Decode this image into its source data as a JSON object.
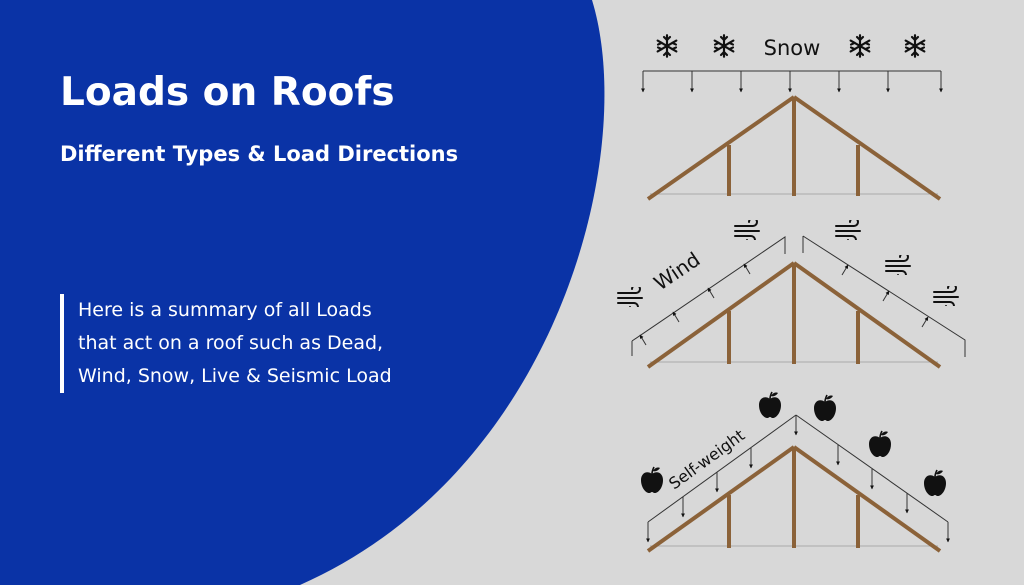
{
  "header": {
    "title": "Loads on Roofs",
    "subtitle": "Different Types & Load Directions"
  },
  "summary": {
    "lines": [
      "Here is a summary of all Loads",
      "that act on a roof such as Dead,",
      "Wind, Snow, Live & Seismic Load"
    ]
  },
  "diagrams": {
    "snow": {
      "label": "Snow",
      "icon": "snowflake-icon"
    },
    "wind": {
      "label": "Wind",
      "icon": "wind-icon"
    },
    "self_weight": {
      "label": "Self-weight",
      "icon": "apple-icon"
    }
  },
  "colors": {
    "panel_blue": "#0a33a6",
    "background": "#d8d8d8",
    "timber": "#8b6239",
    "ink": "#111111"
  }
}
